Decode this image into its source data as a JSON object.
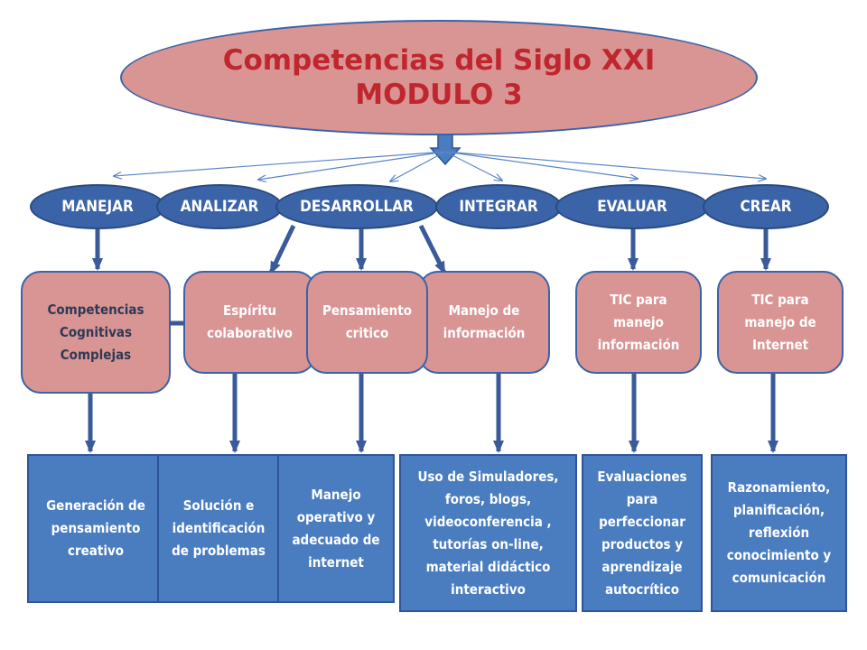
{
  "title": {
    "line1": "Competencias del Siglo XXI",
    "line2": "MODULO 3"
  },
  "verbs": [
    "MANEJAR",
    "ANALIZAR",
    "DESARROLLAR",
    "INTEGRAR",
    "EVALUAR",
    "CREAR"
  ],
  "competencies": [
    "Competencias\nCognitivas\nComplejas",
    "Espíritu\ncolaborativo",
    "Pensamiento\ncritico",
    "Manejo de\ninformación",
    "TIC para\nmanejo\ninformación",
    "TIC para\nmanejo de\nInternet"
  ],
  "outcomes": [
    "Generación de\npensamiento\ncreativo",
    "Solución e\nidentificación\nde problemas",
    "Manejo\noperativo y\nadecuado de\ninternet",
    "Uso de Simuladores,\nforos, blogs,\nvideoconferencia ,\ntutorías on-line,\nmaterial didáctico\ninteractivo",
    "Evaluaciones\npara\nperfeccionar\nproductos y\naprendizaje\nautocrítico",
    "Razonamiento,\nplanificación,\nreflexión\nconocimiento y\ncomunicación"
  ],
  "colors": {
    "pink": "#d99594",
    "blue": "#3a63a8",
    "outcome_blue": "#4a7cc0",
    "title_red": "#c0262d"
  }
}
